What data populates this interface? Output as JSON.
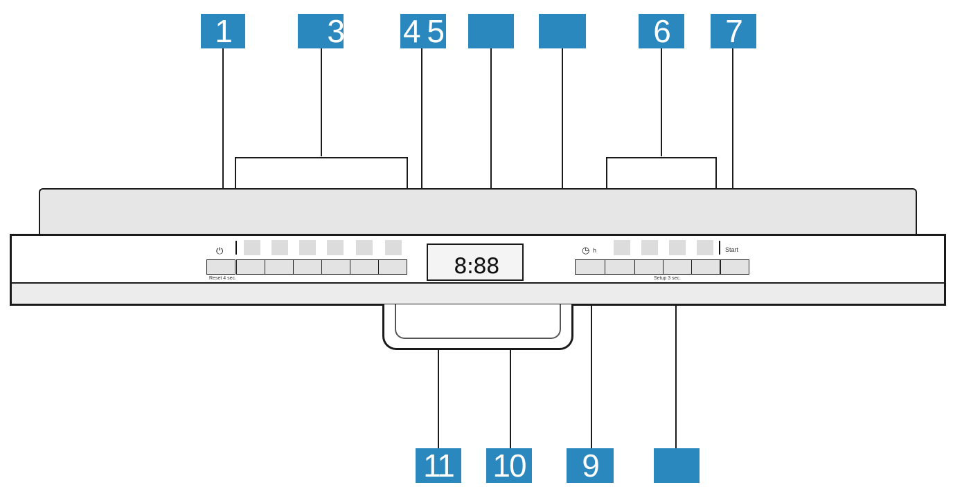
{
  "callouts": {
    "c1": "1",
    "c3": "3",
    "c45": "4 5",
    "c_blank_a": "",
    "c_blank_b": "",
    "c6": "6",
    "c7": "7",
    "c11": "11",
    "c10": "10",
    "c9": "9",
    "c_blank_c": ""
  },
  "panel": {
    "display_value": "8:88",
    "start_label": "Start",
    "left_sub_label": "Reset 4 sec.",
    "right_sub_label": "Setup 3 sec.",
    "timer_label": "h"
  },
  "icons": {
    "power": "power-icon",
    "rinse": "rinse-aid-icon",
    "salt": "salt-icon",
    "water_tap": "water-supply-icon",
    "timer": "timer-icon"
  },
  "colors": {
    "callout_blue": "#2b88bf",
    "panel_grey": "#e6e6e6"
  }
}
